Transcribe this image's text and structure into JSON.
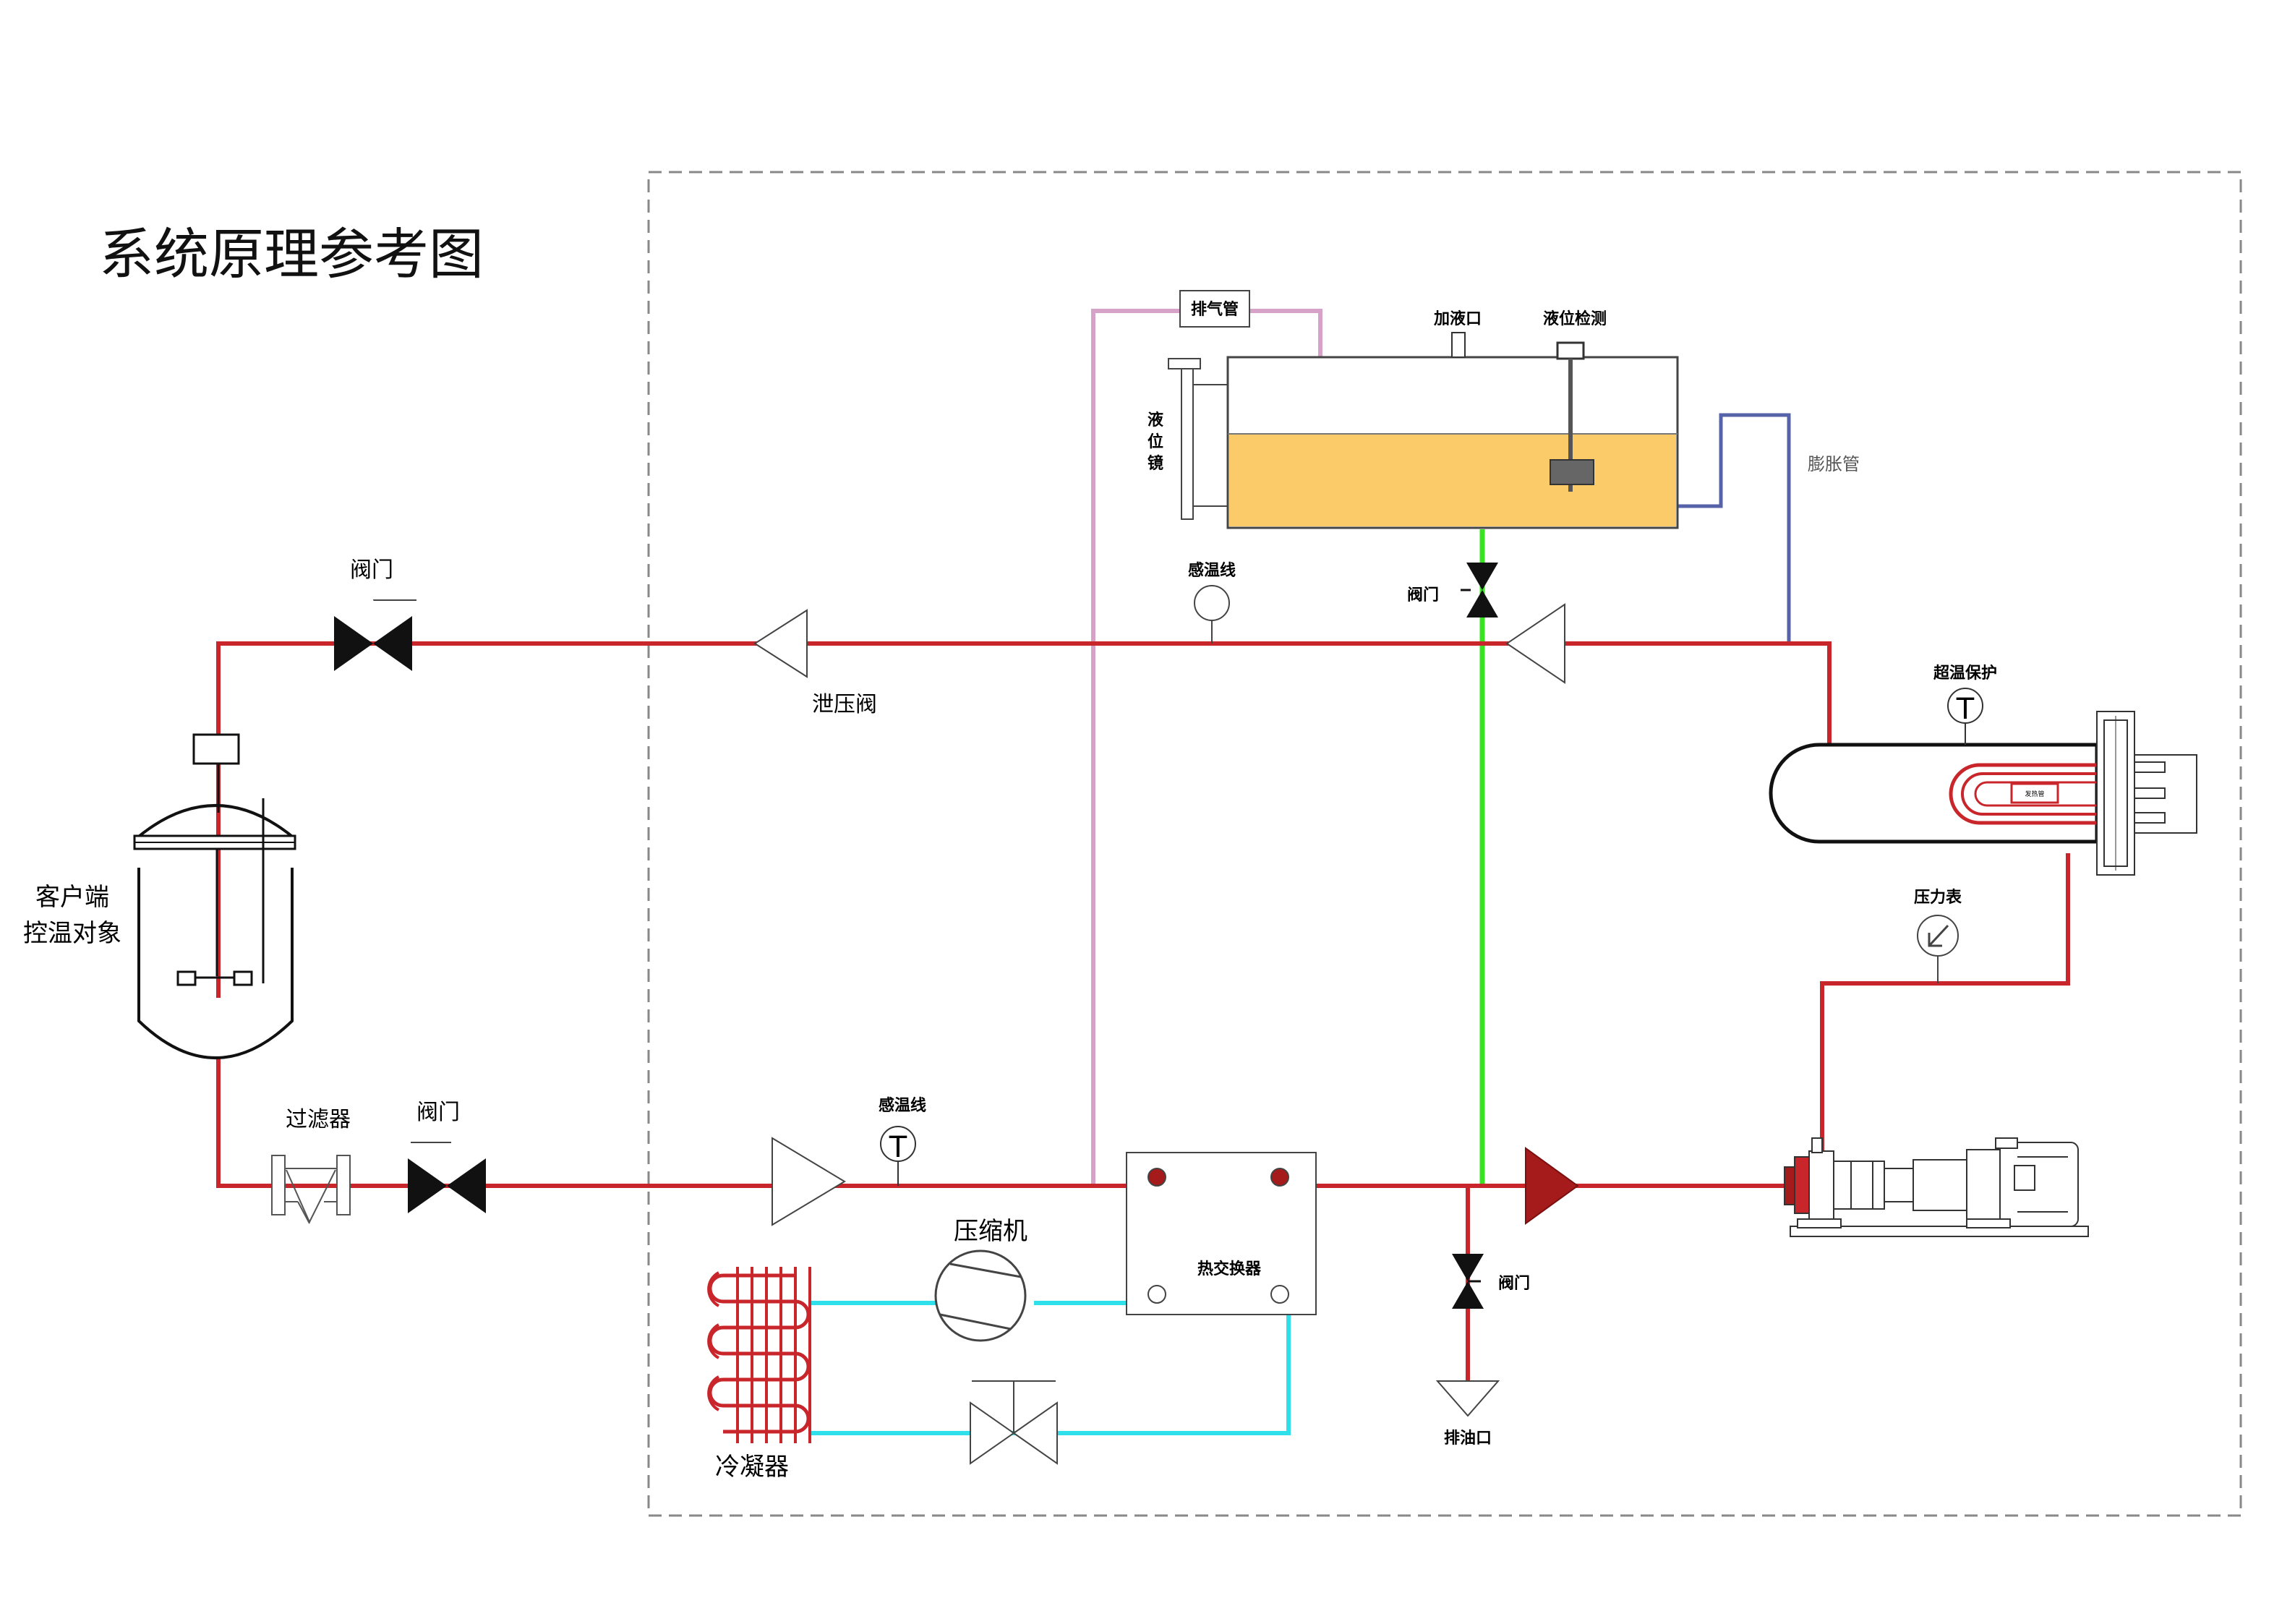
{
  "title": "系统原理参考图",
  "labels": {
    "vent_pipe": "排气管",
    "fill_port": "加液口",
    "level_detect": "液位检测",
    "level_gauge": "液\n位\n镜",
    "expansion_pipe": "膨胀管",
    "temp_sensor_top": "感温线",
    "valve_tank": "阀门",
    "relief_valve": "泄压阀",
    "valve_top_left": "阀门",
    "client_line1": "客户端",
    "client_line2": "控温对象",
    "over_temp": "超温保护",
    "heater_tube": "发热管",
    "pressure_gauge": "压力表",
    "filter": "过滤器",
    "valve_bottom_left": "阀门",
    "temp_sensor_bottom": "感温线",
    "compressor": "压缩机",
    "heat_exchanger": "热交换器",
    "valve_drain": "阀门",
    "drain_port": "排油口",
    "condenser": "冷凝器"
  },
  "colors": {
    "hot_pipe": "#c8262b",
    "vent_pipe": "#d7a2c8",
    "expansion_pipe": "#5763a8",
    "green_pipe": "#39e321",
    "refrigerant": "#2fe0ea",
    "oil": "#fbcb6a",
    "check_valve_fill": "#a51a1a",
    "boundary": "#888888"
  }
}
